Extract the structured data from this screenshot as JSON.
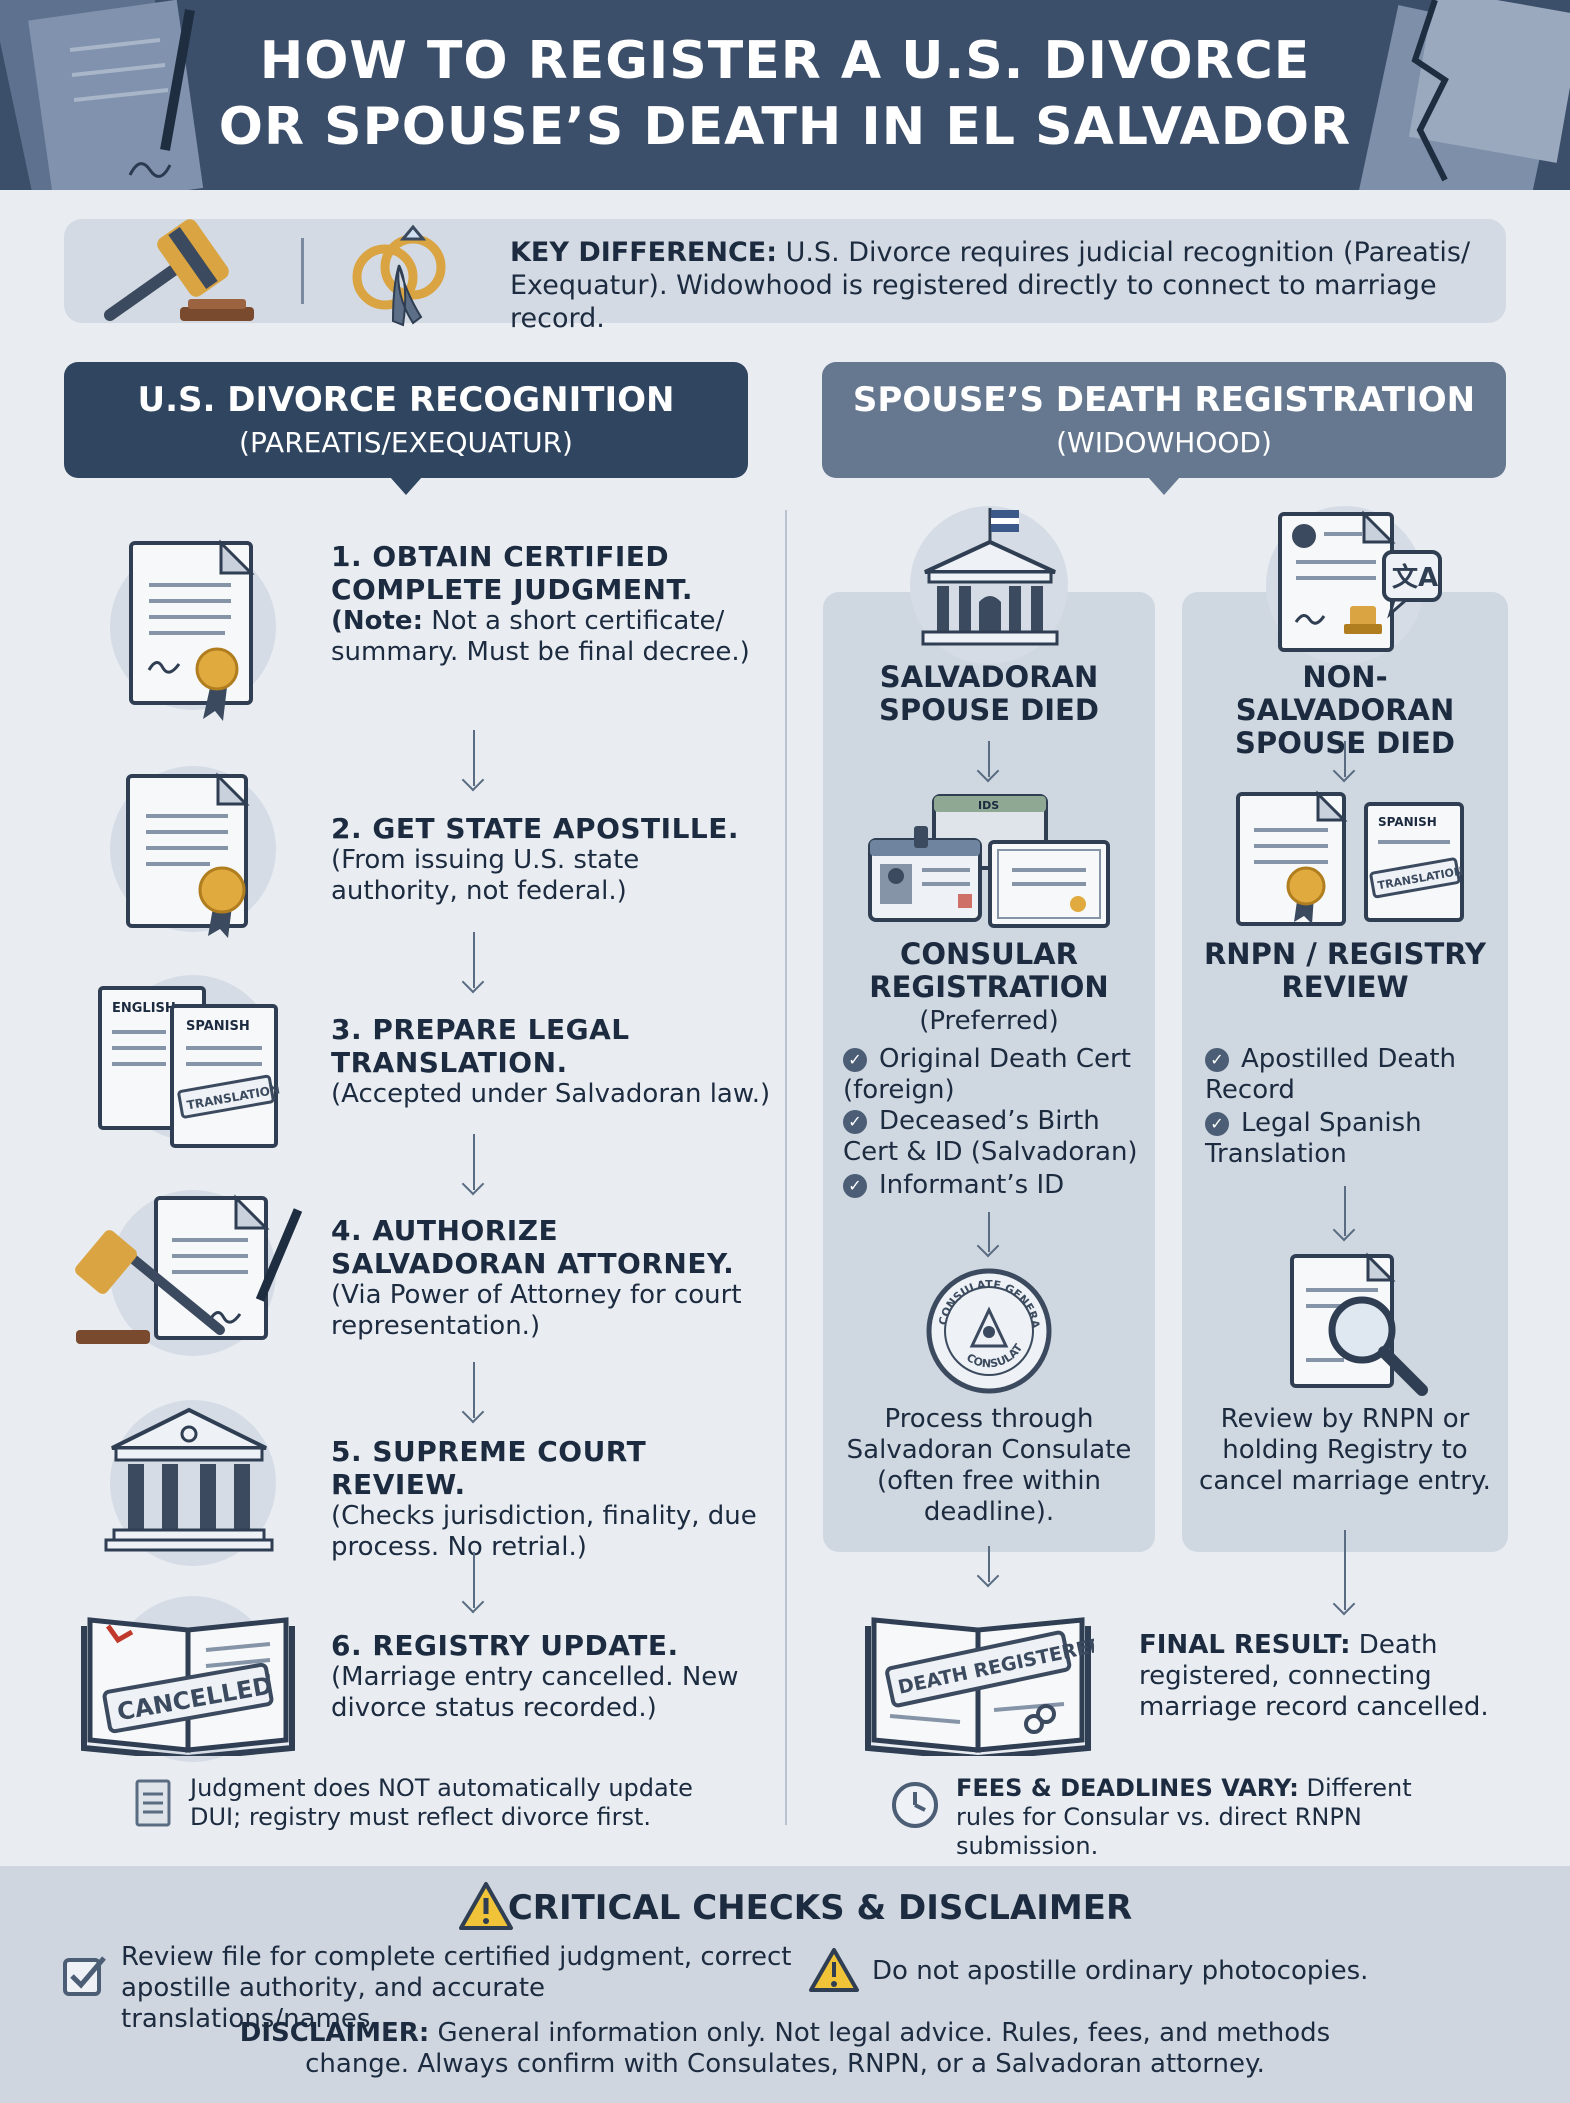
{
  "header": {
    "title_line1": "HOW TO REGISTER A U.S. DIVORCE",
    "title_line2": "OR SPOUSE’S DEATH IN EL SALVADOR"
  },
  "key_difference": {
    "label": "KEY DIFFERENCE:",
    "text": " U.S. Divorce requires judicial recognition (Pareatis/ Exequatur). Widowhood is registered directly to connect to marriage record."
  },
  "left_column": {
    "title": "U.S. DIVORCE RECOGNITION",
    "subtitle": "(PAREATIS/EXEQUATUR)",
    "steps": [
      {
        "title": "1. OBTAIN CERTIFIED COMPLETE JUDGMENT.",
        "note_label": "(Note:",
        "detail": " Not a short certificate/ summary. Must be final decree.)"
      },
      {
        "title": "2. GET STATE APOSTILLE.",
        "detail": "(From issuing U.S. state authority, not federal.)"
      },
      {
        "title": "3. PREPARE LEGAL TRANSLATION.",
        "detail": "(Accepted under Salvadoran law.)"
      },
      {
        "title": "4. AUTHORIZE SALVADORAN ATTORNEY.",
        "detail": "(Via Power of Attorney for court representation.)"
      },
      {
        "title": "5. SUPREME COURT REVIEW.",
        "detail": "(Checks jurisdiction, finality, due process. No retrial.)"
      },
      {
        "title": "6. REGISTRY UPDATE.",
        "detail": "(Marriage entry cancelled. New divorce status recorded.)"
      }
    ],
    "icon_labels": {
      "english": "ENGLISH",
      "spanish": "SPANISH",
      "translation": "TRANSLATION",
      "cancelled": "CANCELLED"
    },
    "footnote": "Judgment does NOT automatically update DUI; registry must reflect divorce first."
  },
  "right_column": {
    "title": "SPOUSE’S DEATH REGISTRATION",
    "subtitle": "(WIDOWHOOD)",
    "salvadoran": {
      "title": "SALVADORAN SPOUSE DIED",
      "step_title": "CONSULAR REGISTRATION",
      "step_sub": "(Preferred)",
      "ids_label": "IDS",
      "checks": [
        "Original Death Cert (foreign)",
        "Deceased’s Birth Cert & ID (Salvadoran)",
        "Informant’s ID"
      ],
      "seal_top": "CONSULATE GENERAL",
      "seal_bottom": "CONSULATE",
      "result": "Process through Salvadoran Consulate (often free within deadline)."
    },
    "non_salvadoran": {
      "title": "NON-SALVADORAN SPOUSE DIED",
      "step_title": "RNPN / REGISTRY REVIEW",
      "spanish_label": "SPANISH",
      "translation_label": "TRANSLATION",
      "checks": [
        "Apostilled Death Record",
        "Legal Spanish Translation"
      ],
      "result": "Review by RNPN or holding Registry to cancel marriage entry."
    },
    "book_label": "DEATH REGISTERED",
    "final_label": "FINAL RESULT:",
    "final_text": " Death registered, connecting marriage record cancelled.",
    "fees_label": "FEES & DEADLINES VARY:",
    "fees_text": " Different rules for Consular vs. direct RNPN submission."
  },
  "critical": {
    "title": "CRITICAL CHECKS & DISCLAIMER",
    "check_text": "Review file for complete certified judgment, correct apostille authority, and accurate translations/names.",
    "warning_text": "Do not apostille ordinary photocopies.",
    "disclaimer_label": "DISCLAIMER:",
    "disclaimer_text": " General information only. Not legal advice. Rules, fees, and methods change. Always confirm with Consulates, RNPN, or a Salvadoran attorney."
  },
  "colors": {
    "header": "#3c4f6a",
    "left_head": "#2f4560",
    "right_head": "#65788f",
    "gold": "#e0aa3e",
    "panel": "#cfd7e0"
  }
}
